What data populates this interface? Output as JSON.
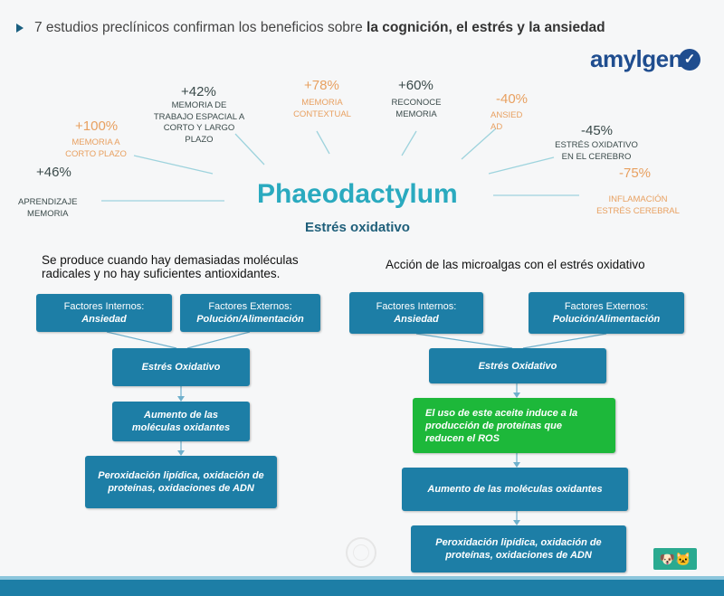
{
  "header": {
    "prefix": "7 estudios preclínicos confirman los beneficios sobre ",
    "bold": "la cognición, el estrés y la ansiedad"
  },
  "logo": {
    "text": "amylgen",
    "icon": "check-badge-icon"
  },
  "benefits": [
    {
      "pct": "+46%",
      "label_lines": [
        "APRENDIZAJE",
        "MEMORIA"
      ]
    },
    {
      "pct": "+100%",
      "label_lines": [
        "MEMORIA A",
        "CORTO PLAZO"
      ]
    },
    {
      "pct": "+42%",
      "label_lines": [
        "MEMORIA DE",
        "TRABAJO ESPACIAL A",
        "CORTO Y LARGO",
        "PLAZO"
      ]
    },
    {
      "pct": "+78%",
      "label_lines": [
        "MEMORIA",
        "CONTEXTUAL"
      ]
    },
    {
      "pct": "+60%",
      "label_lines": [
        "RECONOCE",
        "MEMORIA"
      ]
    },
    {
      "pct": "-40%",
      "label_lines": [
        "ANSIED",
        "AD"
      ]
    },
    {
      "pct": "-45%",
      "label_lines": [
        "ESTRÉS OXIDATIVO",
        "EN EL CEREBRO"
      ]
    },
    {
      "pct": "-75%",
      "label_lines": [
        "INFLAMACIÓN",
        "ESTRÉS CEREBRAL"
      ]
    }
  ],
  "center": {
    "title": "Phaeodactylum",
    "subtitle": "Estrés oxidativo"
  },
  "left_flow": {
    "note_lines": [
      "Se produce cuando hay demasiadas moléculas",
      "radicales y no hay suficientes antioxidantes."
    ],
    "internal": {
      "title": "Factores Internos:",
      "value": "Ansiedad"
    },
    "external": {
      "title": "Factores Externos:",
      "value": "Polución/Alimentación"
    },
    "stress": "Estrés Oxidativo",
    "increase_lines": [
      "Aumento de las",
      "moléculas oxidantes"
    ],
    "damage_lines": [
      "Peroxidación lipídica, oxidación de",
      "proteínas, oxidaciones de ADN"
    ]
  },
  "right_flow": {
    "note": "Acción de las microalgas con el estrés oxidativo",
    "internal": {
      "title": "Factores Internos:",
      "value": "Ansiedad"
    },
    "external": {
      "title": "Factores Externos:",
      "value": "Polución/Alimentación"
    },
    "stress": "Estrés Oxidativo",
    "oil_lines": [
      "El uso de este aceite induce a la",
      "producción de proteínas que",
      "reducen  el ROS"
    ],
    "increase": "Aumento de las moléculas oxidantes",
    "damage_lines": [
      "Peroxidación lipídica, oxidación de",
      "proteínas, oxidaciones de ADN"
    ]
  },
  "colors": {
    "box": "#1d7ea6",
    "green": "#1db83a",
    "title": "#2aaabf",
    "orange": "#e8a060"
  }
}
